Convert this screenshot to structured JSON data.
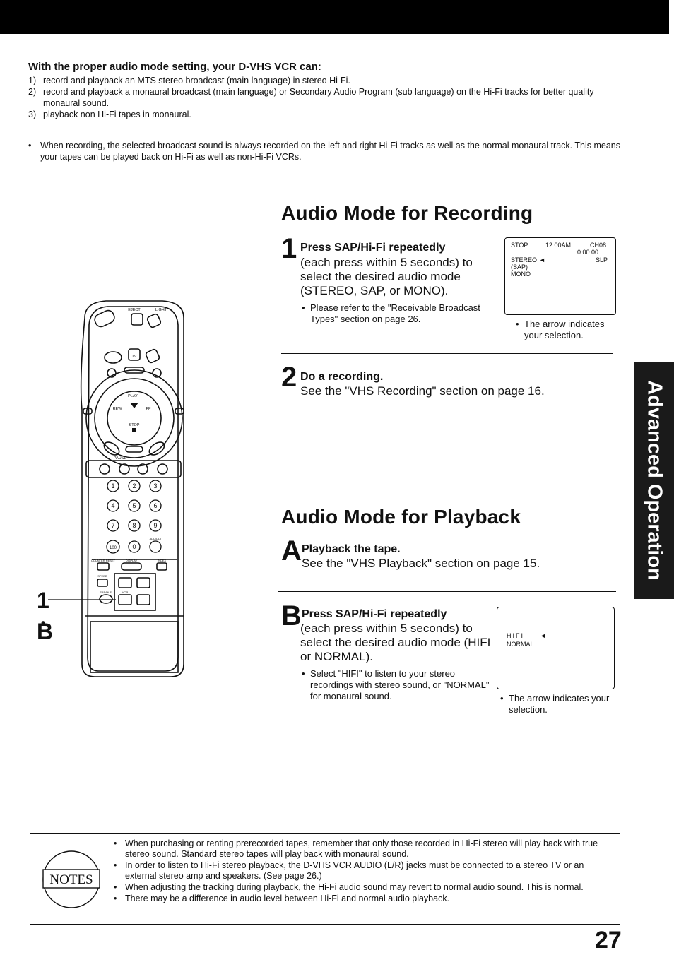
{
  "intro": {
    "heading": "With the proper audio mode setting, your D-VHS VCR can:",
    "items": [
      {
        "num": "1)",
        "text": "record and playback an MTS stereo broadcast (main language) in stereo Hi-Fi."
      },
      {
        "num": "2)",
        "text": "record and playback a monaural broadcast (main language) or Secondary Audio Program (sub language) on the Hi-Fi tracks for better quality monaural sound."
      },
      {
        "num": "3)",
        "text": "playback non Hi-Fi tapes in monaural."
      }
    ],
    "bullet": "When recording, the selected broadcast sound is always recorded on the left and right Hi-Fi tracks as well as the normal monaural track. This means your tapes can be played back on Hi-Fi as well as non-Hi-Fi VCRs."
  },
  "recording": {
    "title": "Audio Mode for Recording",
    "step1": {
      "glyph": "1",
      "title": "Press SAP/Hi-Fi repeatedly",
      "desc": "(each press within 5 seconds) to select the desired audio mode (STEREO, SAP, or MONO).",
      "note": "Please refer to the \"Receivable Broadcast Types\" section on page 26."
    },
    "osd": {
      "stop": "STOP",
      "time": "12:00AM",
      "channel": "CH08",
      "counter": "0:00:00",
      "stereo": "STEREO",
      "arrow": "◄",
      "speed": "SLP",
      "sap": "(SAP)",
      "mono": "MONO"
    },
    "arrow_note": "The arrow indicates your selection.",
    "step2": {
      "glyph": "2",
      "title": "Do a recording.",
      "desc": "See the \"VHS Recording\" section on page 16."
    }
  },
  "playback": {
    "title": "Audio Mode for Playback",
    "stepA": {
      "glyph": "A",
      "title": "Playback the tape.",
      "desc": "See the \"VHS Playback\" section on page 15."
    },
    "stepB": {
      "glyph": "B",
      "title": "Press SAP/Hi-Fi repeatedly",
      "desc": "(each press within 5 seconds) to select the desired audio mode (HIFI or NORMAL).",
      "note": "Select \"HIFI\" to listen to your stereo recordings with stereo sound, or \"NORMAL\" for monaural sound."
    },
    "osd": {
      "hifi": "HIFI",
      "arrow": "◄",
      "normal": "NORMAL"
    },
    "arrow_note": "The arrow indicates your selection."
  },
  "side_tab": "Advanced Operation",
  "remote": {
    "callout_1": "1",
    "callout_dot": "•",
    "callout_b": "B",
    "labels": {
      "eject": "EJECT",
      "light": "LIGHT",
      "tv": "TV",
      "play": "PLAY",
      "rew": "REW",
      "ff": "FF",
      "stop": "STOP",
      "pause": "PAUSE",
      "counter_reset": "COUNTER RESET",
      "display": "DISPLAY",
      "index": "INDEX",
      "speed": "SPEED",
      "sap_hifi": "SAP/Hi-Fi",
      "vcr": "VCR",
      "add_dlt": "ADD/DLT"
    },
    "keys": [
      "1",
      "2",
      "3",
      "4",
      "5",
      "6",
      "7",
      "8",
      "9",
      "100",
      "0"
    ]
  },
  "notes": {
    "badge": "NOTES",
    "items": [
      "When purchasing or renting prerecorded tapes, remember that only those recorded in Hi-Fi stereo will play back with true stereo sound. Standard stereo tapes will play back with monaural sound.",
      "In order to listen to Hi-Fi stereo playback, the D-VHS VCR AUDIO (L/R) jacks must be connected to a stereo TV or an external stereo amp and speakers. (See page 26.)",
      "When adjusting the tracking during playback, the Hi-Fi audio sound may revert to normal audio sound. This is normal.",
      "There may be a difference in audio level between Hi-Fi and normal audio playback."
    ]
  },
  "page_number": "27"
}
